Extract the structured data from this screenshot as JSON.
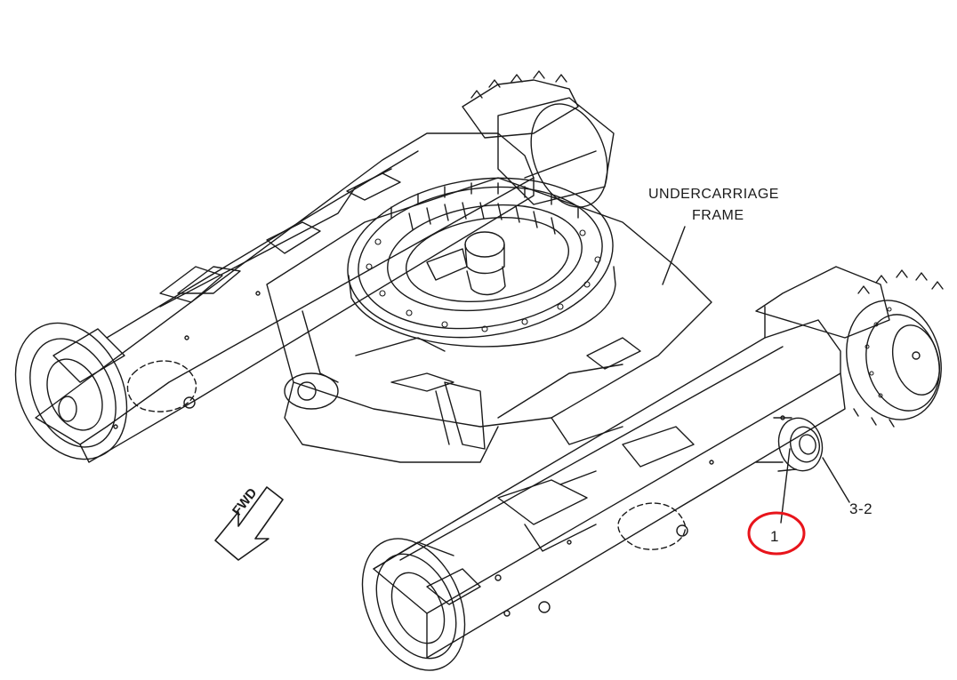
{
  "labels": {
    "frame_line1": "UNDERCARRIAGE",
    "frame_line2": "FRAME",
    "callout_1": "1",
    "callout_3_2": "3-2",
    "fwd": "FWD"
  },
  "colors": {
    "ink": "#1a1a1a",
    "highlight": "#e8141b",
    "paper": "#ffffff"
  }
}
